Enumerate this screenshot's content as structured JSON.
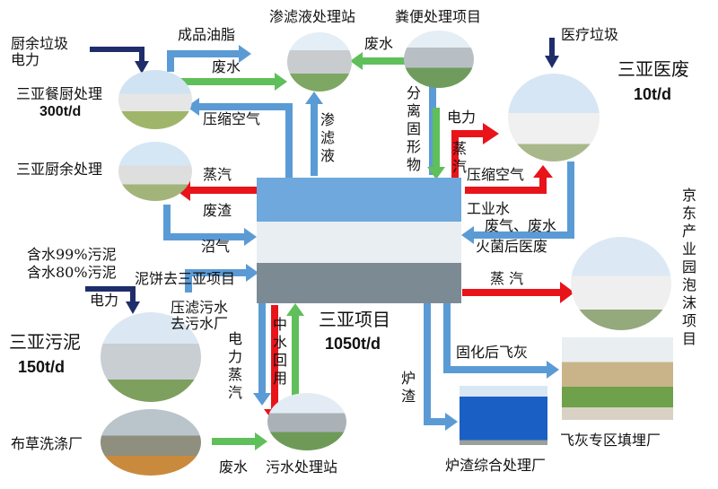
{
  "center": {
    "name": "三亚项目",
    "capacity": "1050t/d"
  },
  "nodes": {
    "kitchen_waste_power": "厨余垃圾\n电力",
    "catering": {
      "name": "三亚餐厨处理",
      "capacity": "300t/d"
    },
    "kitchen_residue": "三亚厨余处理",
    "leachate_station": "渗滤液处理站",
    "feces_project": "粪便处理项目",
    "medical_waste_in": "医疗垃圾",
    "medical": {
      "name": "三亚医废",
      "capacity": "10t/d"
    },
    "sludge_in_99": "含水99%污泥",
    "sludge_in_80": "含水80%污泥",
    "sludge": {
      "name": "三亚污泥",
      "capacity": "150t/d"
    },
    "laundry": "布草洗涤厂",
    "sewage_station": "污水处理站",
    "slag_plant": "炉渣综合处理厂",
    "fly_ash_landfill": "飞灰专区填埋厂",
    "jingdong_foam": "京东产业园泡沫项目"
  },
  "flows": {
    "finished_oil": "成品油脂",
    "wastewater_top": "废水",
    "waste_water_mid": "废水",
    "compressed_air_left": "压缩空气",
    "leachate": "渗滤液",
    "separated_solids": "分离固形物",
    "power_right": "电力",
    "steam_right": "蒸汽",
    "compressed_air_right": "压缩空气",
    "steam_left": "蒸汽",
    "residue": "废渣",
    "biogas": "沼气",
    "industrial_water": "工业水",
    "medical_gas_water": "废气、废水",
    "after_fire_medical": "火菌后医废",
    "steam_jd": "蒸 汽",
    "sludge_cake": "泥饼去三亚项目",
    "power_sludge": "电力",
    "filter_sewage": "压滤污水\n去污水厂",
    "power_steam_down": "电力蒸汽",
    "reclaimed_water": "中水回用",
    "solidified_fly_ash": "固化后飞灰",
    "slag": "炉渣",
    "wastewater_bottom": "废水"
  },
  "colors": {
    "blue_arrow": "#5b9bd5",
    "green_arrow": "#5fbf5a",
    "red_arrow": "#e8141a",
    "navy_arrow": "#1f2d6b"
  }
}
